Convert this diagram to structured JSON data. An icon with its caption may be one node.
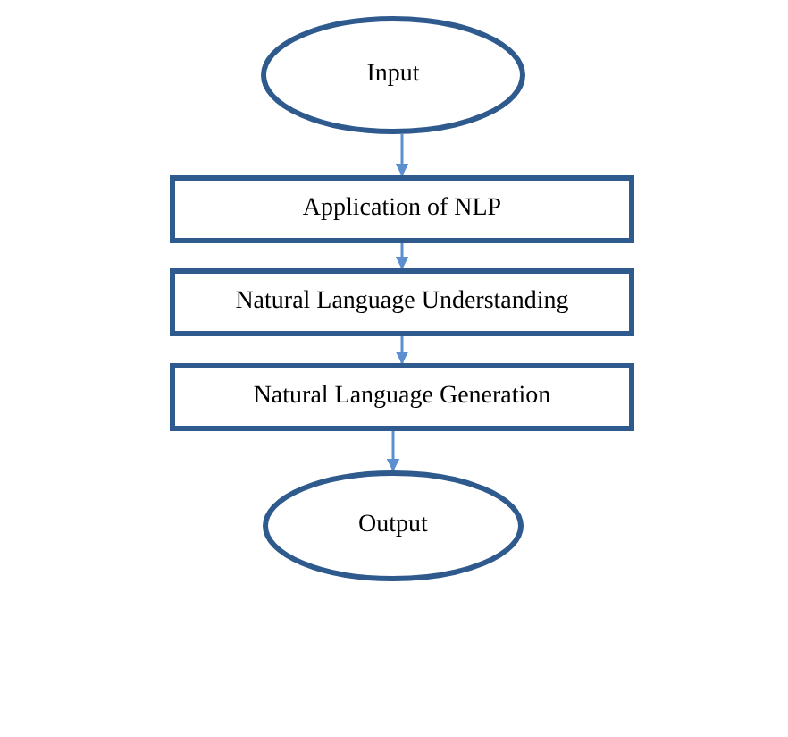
{
  "diagram": {
    "nodes": [
      {
        "text": [
          "Input"
        ]
      },
      {
        "text": [
          "Application of NLP"
        ]
      },
      {
        "text": [
          "Natural Language Understanding"
        ]
      },
      {
        "text": [
          "Natural Language Generation"
        ]
      },
      {
        "text": [
          "Output"
        ]
      }
    ],
    "edges": [
      {
        "from": 0,
        "to": 1,
        "arrow": "to"
      },
      {
        "from": 1,
        "to": 2,
        "arrow": "to"
      },
      {
        "from": 2,
        "to": 3,
        "arrow": "to"
      },
      {
        "from": 3,
        "to": 4,
        "arrow": "to"
      }
    ]
  }
}
